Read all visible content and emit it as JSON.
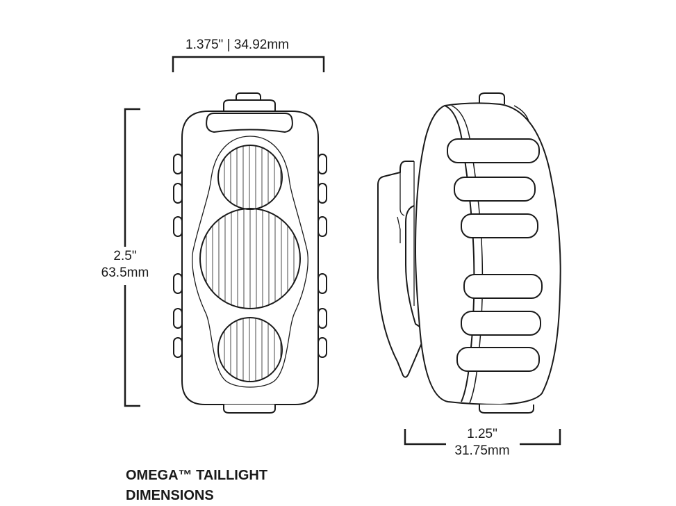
{
  "dimensions": {
    "width_inch": "1.375\"",
    "width_separator": "|",
    "width_mm": "34.92mm",
    "height_inch": "2.5\"",
    "height_mm": "63.5mm",
    "depth_inch": "1.25\"",
    "depth_mm": "31.75mm"
  },
  "caption": {
    "line1": "OMEGA™ TAILLIGHT",
    "line2": "DIMENSIONS"
  },
  "colors": {
    "stroke": "#1a1a1a",
    "background": "#ffffff"
  }
}
